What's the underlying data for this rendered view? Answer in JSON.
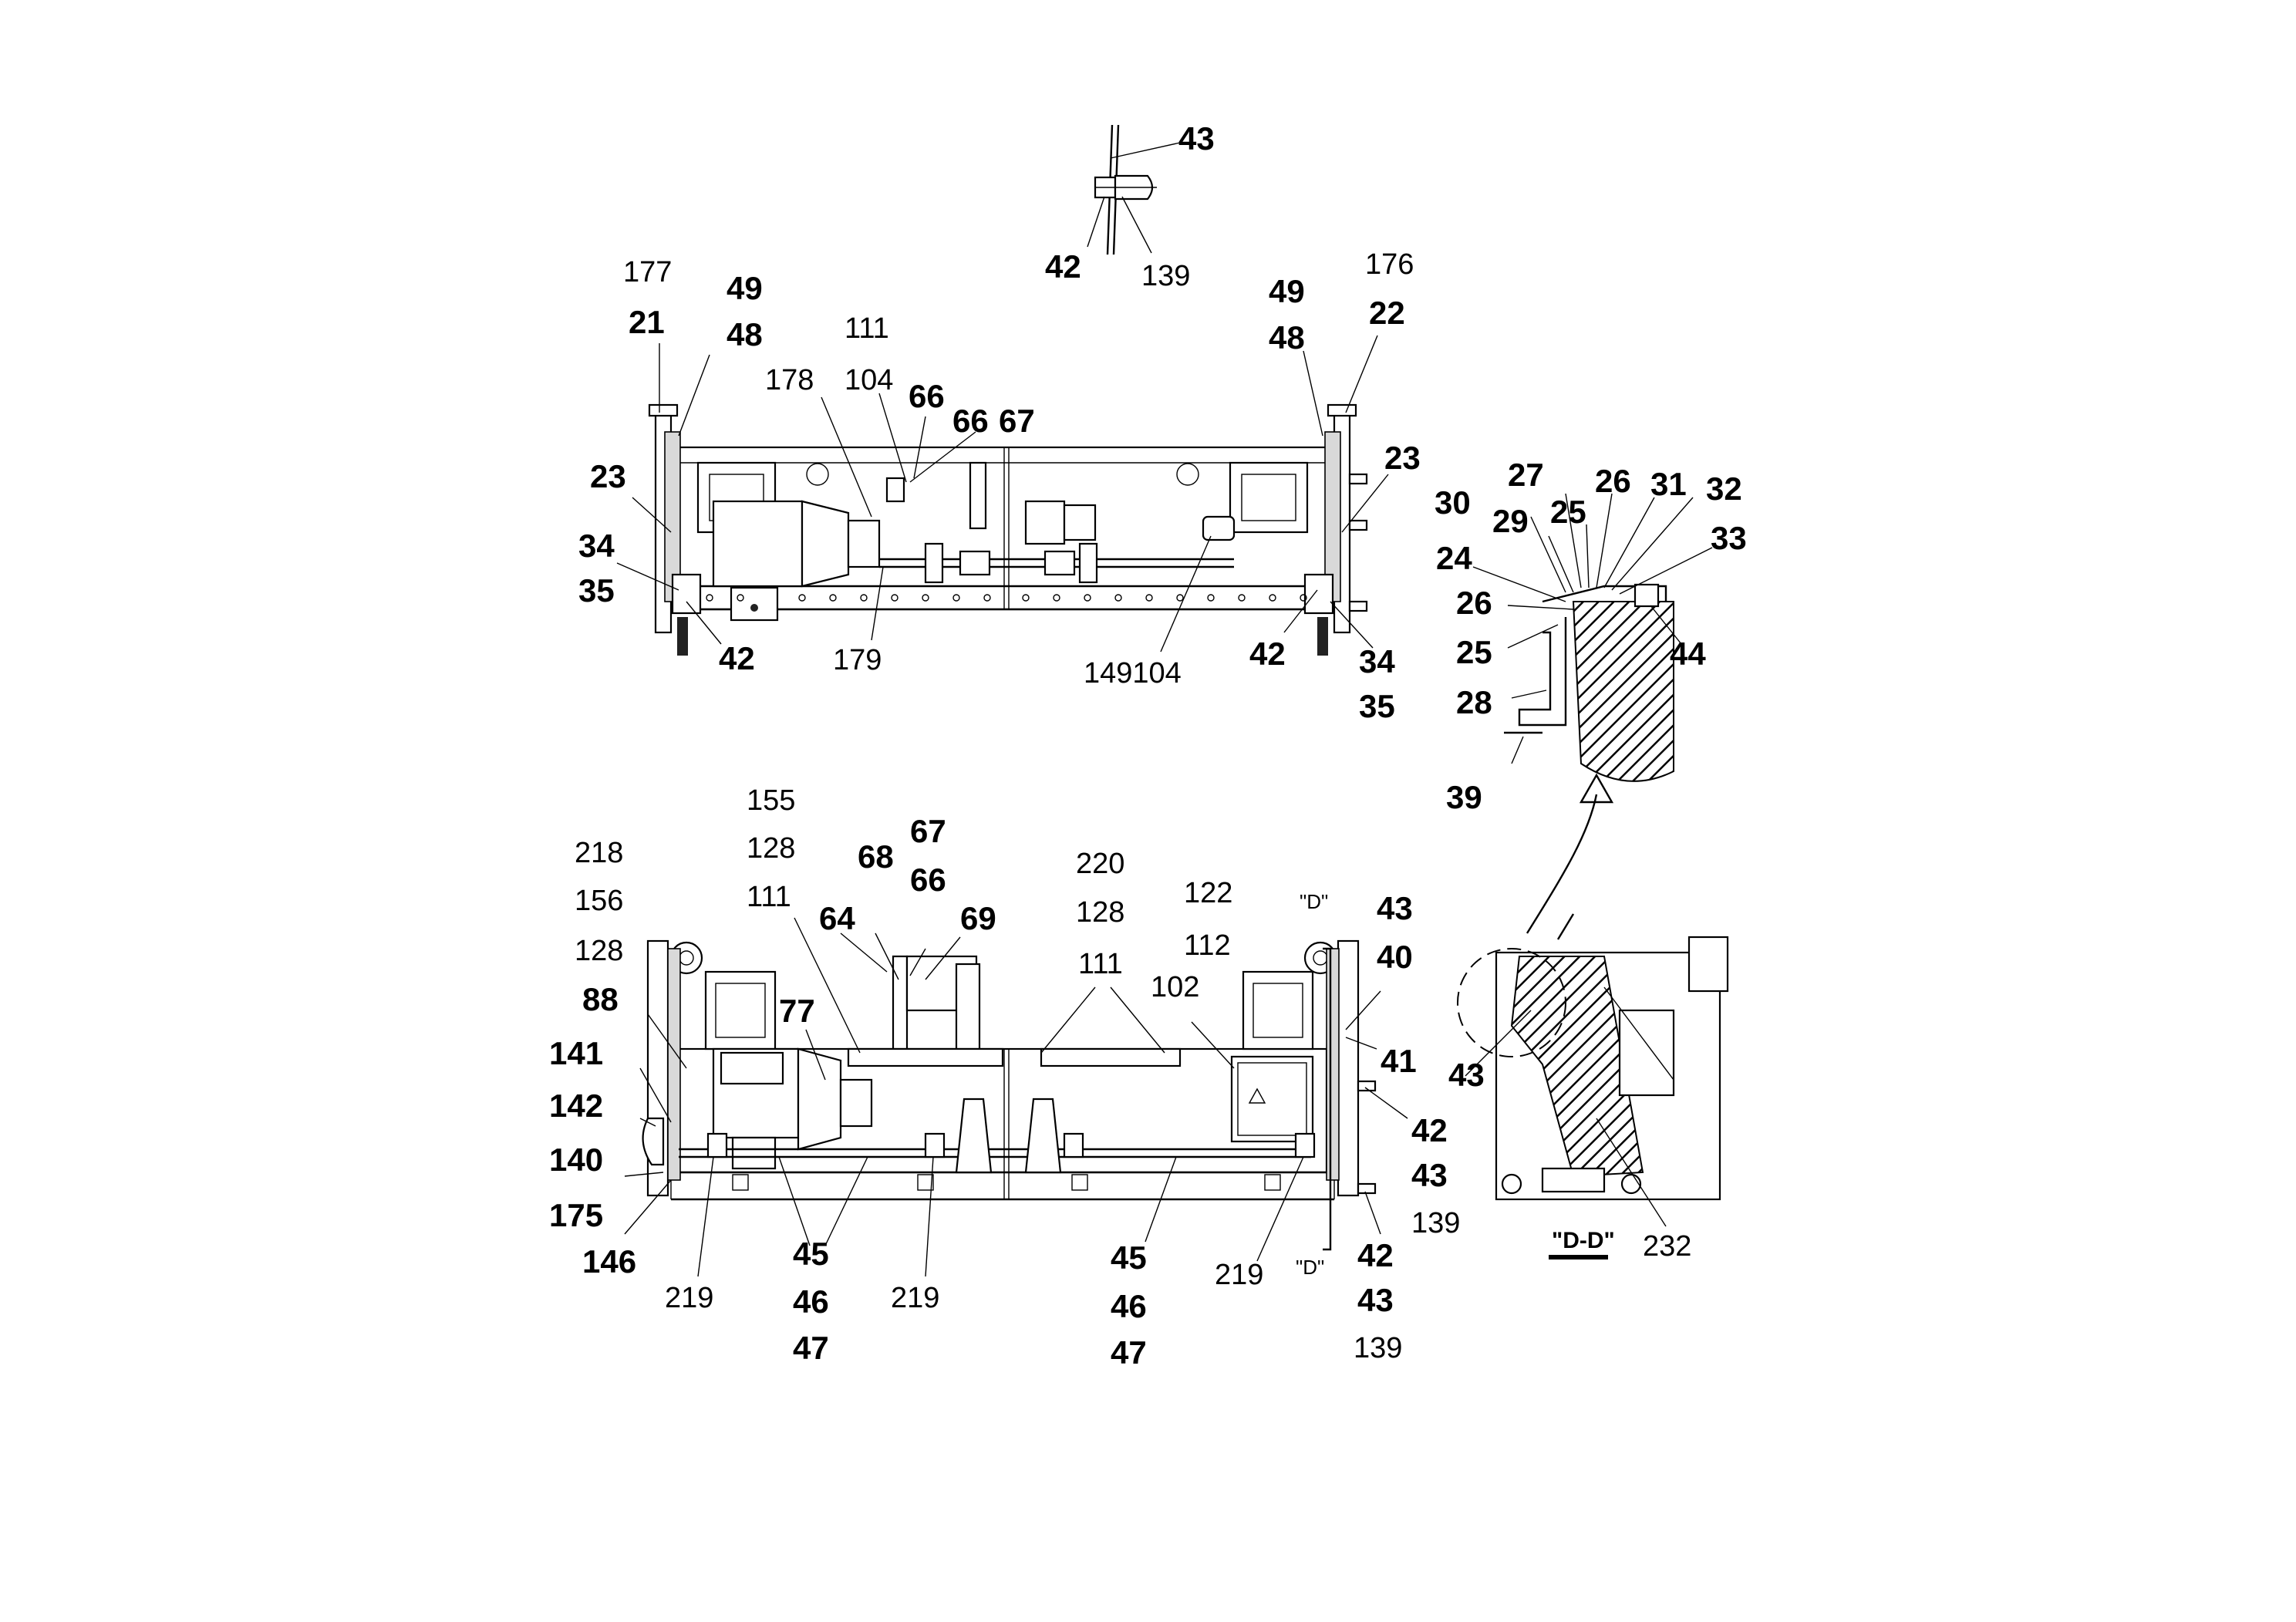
{
  "labels": {
    "top_detail": [
      "43",
      "42",
      "139"
    ],
    "upper_view": [
      "177",
      "21",
      "49",
      "48",
      "111",
      "178",
      "104",
      "66",
      "66",
      "67",
      "23",
      "34",
      "35",
      "42",
      "179",
      "149104",
      "176",
      "22",
      "49",
      "48",
      "23",
      "42",
      "34",
      "35"
    ],
    "section_detail": [
      "27",
      "26",
      "31",
      "32",
      "30",
      "29",
      "25",
      "33",
      "24",
      "26",
      "44",
      "25",
      "28",
      "39"
    ],
    "lower_view": [
      "155",
      "128",
      "111",
      "218",
      "156",
      "128",
      "88",
      "141",
      "142",
      "140",
      "175",
      "146",
      "219",
      "77",
      "68",
      "67",
      "64",
      "66",
      "69",
      "45",
      "46",
      "47",
      "219",
      "220",
      "128",
      "111",
      "122",
      "112",
      "102",
      "45",
      "46",
      "47",
      "219",
      "43",
      "40",
      "41",
      "42",
      "43",
      "139",
      "42",
      "43",
      "139"
    ],
    "section_marks": [
      "\"D\"",
      "\"D\""
    ],
    "section_view": [
      "43",
      "232"
    ],
    "section_caption": "\"D-D\""
  }
}
